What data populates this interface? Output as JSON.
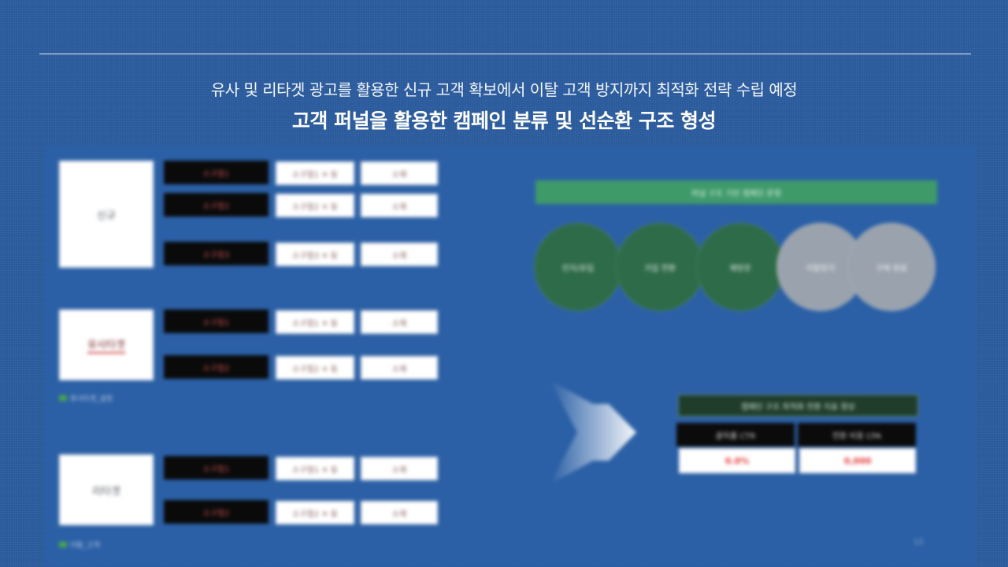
{
  "header": {
    "subtitle": "유사 및 리타겟 광고를 활용한 신규 고객 확보에서 이탈 고객 방지까지 최적화 전략 수립 예정",
    "title": "고객 퍼널을 활용한 캠페인 분류 및 선순환 구조 형성"
  },
  "segments": [
    {
      "label": "신규",
      "rows": [
        {
          "black": "소구점1",
          "mid": "소구점1 ✕ 동",
          "right": "소재"
        },
        {
          "black": "소구점2",
          "mid": "소구점2 ✕ 동",
          "right": "소재"
        },
        {
          "black": "소구점3",
          "mid": "소구점3 ✕ 동",
          "right": "소재"
        }
      ]
    },
    {
      "label": "유사타겟",
      "rows": [
        {
          "black": "소구점1",
          "mid": "소구점1 ✕ 동",
          "right": "소재"
        },
        {
          "black": "소구점2",
          "mid": "소구점2 ✕ 동",
          "right": "소재"
        }
      ],
      "note": "유사타겟_설정"
    },
    {
      "label": "리타겟",
      "rows": [
        {
          "black": "소구점1",
          "mid": "소구점1 ✕ 동",
          "right": "소재"
        },
        {
          "black": "소구점2",
          "mid": "소구점2 ✕ 동",
          "right": "소재"
        }
      ],
      "note": "이탈_고객"
    }
  ],
  "funnel": {
    "bar_label": "퍼널 구조 기반 캠페인 운영",
    "stages": [
      {
        "label": "인지/유입",
        "color": "#2e6b48"
      },
      {
        "label": "가입 전환",
        "color": "#2e6b48"
      },
      {
        "label": "재방문",
        "color": "#2e6b48"
      },
      {
        "label": "이탈방지",
        "color": "#9aa2ad"
      },
      {
        "label": "구매 완료",
        "color": "#9aa2ad"
      }
    ]
  },
  "result": {
    "bar_label": "캠페인 구조 최적화 전환 지표 향상",
    "headers": [
      "클릭률 CTR",
      "전환 비용 CPA"
    ],
    "values": [
      "0.0%",
      "0,000"
    ]
  },
  "page_number": "12",
  "colors": {
    "background": "#2a5a9c",
    "accent_green": "#3f9a6a",
    "circle_green": "#2e6b48",
    "circle_grey": "#9aa2ad",
    "highlight_red": "#e23b3b"
  }
}
